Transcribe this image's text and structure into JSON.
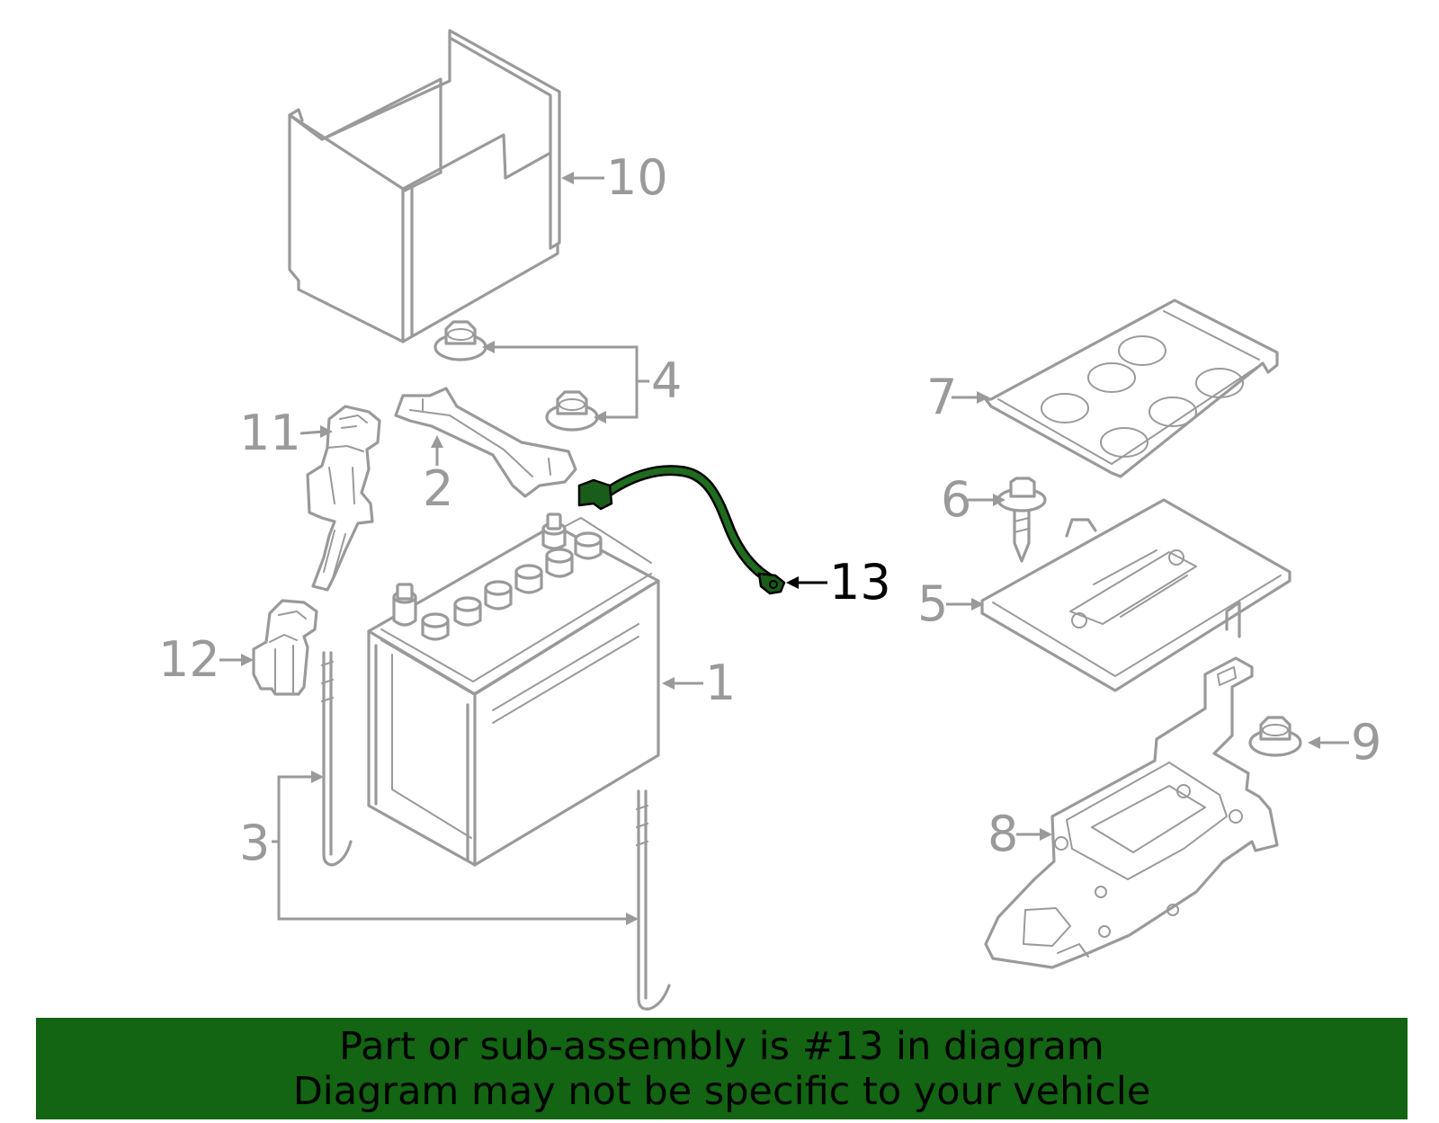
{
  "callouts": {
    "c1": "1",
    "c2": "2",
    "c3": "3",
    "c4": "4",
    "c5": "5",
    "c6": "6",
    "c7": "7",
    "c8": "8",
    "c9": "9",
    "c10": "10",
    "c11": "11",
    "c12": "12",
    "c13": "13"
  },
  "highlight": {
    "part_number": "13",
    "color": "#1f6b1f"
  },
  "banner": {
    "line1": "Part or sub-assembly is #13 in diagram",
    "line2": "Diagram may not be specific to your vehicle",
    "background": "#136413"
  }
}
